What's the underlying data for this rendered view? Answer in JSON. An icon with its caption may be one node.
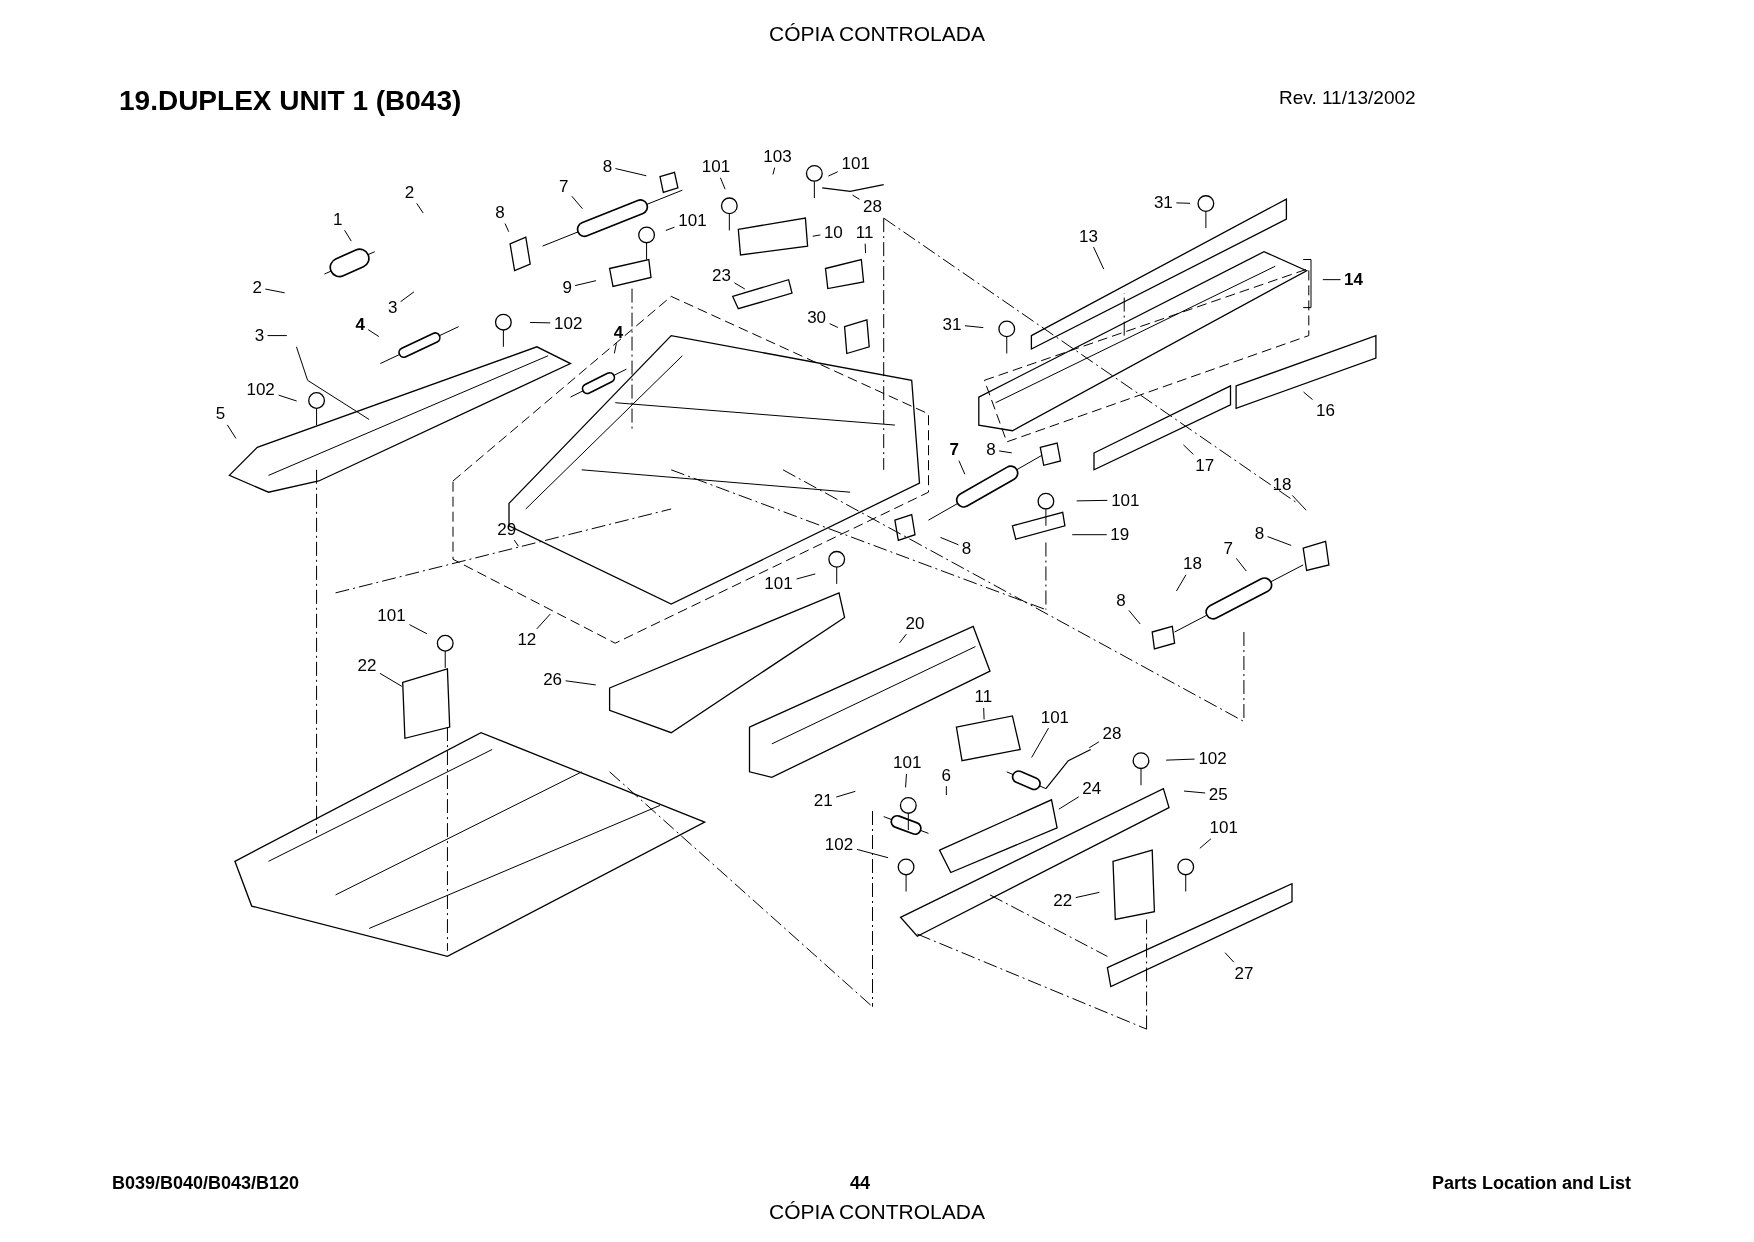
{
  "diagram": {
    "title": "19.DUPLEX UNIT 1 (B043)",
    "nodes": [
      {
        "text": [
          "1"
        ]
      },
      {
        "text": [
          "2"
        ]
      },
      {
        "text": [
          "2"
        ]
      },
      {
        "text": [
          "3"
        ]
      },
      {
        "text": [
          "3"
        ]
      },
      {
        "text": [
          "4"
        ]
      },
      {
        "text": [
          "102"
        ]
      },
      {
        "text": [
          "4"
        ]
      },
      {
        "text": [
          "8"
        ]
      },
      {
        "text": [
          "101"
        ]
      },
      {
        "text": [
          "103"
        ]
      },
      {
        "text": [
          "101"
        ]
      },
      {
        "text": [
          "7"
        ]
      },
      {
        "text": [
          "8"
        ]
      },
      {
        "text": [
          "101"
        ]
      },
      {
        "text": [
          "28"
        ]
      },
      {
        "text": [
          "10"
        ]
      },
      {
        "text": [
          "11"
        ]
      },
      {
        "text": [
          "9"
        ]
      },
      {
        "text": [
          "23"
        ]
      },
      {
        "text": [
          "30"
        ]
      },
      {
        "text": [
          "13"
        ]
      },
      {
        "text": [
          "31"
        ]
      },
      {
        "text": [
          "14"
        ]
      },
      {
        "text": [
          "31"
        ]
      },
      {
        "text": [
          "16"
        ]
      },
      {
        "text": [
          "17"
        ]
      },
      {
        "text": [
          "102"
        ]
      },
      {
        "text": [
          "5"
        ]
      },
      {
        "text": [
          "7"
        ]
      },
      {
        "text": [
          "8"
        ]
      },
      {
        "text": [
          "101"
        ]
      },
      {
        "text": [
          "19"
        ]
      },
      {
        "text": [
          "8"
        ]
      },
      {
        "text": [
          "18"
        ]
      },
      {
        "text": [
          "29"
        ]
      },
      {
        "text": [
          "101"
        ]
      },
      {
        "text": [
          "12"
        ]
      },
      {
        "text": [
          "7"
        ]
      },
      {
        "text": [
          "8"
        ]
      },
      {
        "text": [
          "18"
        ]
      },
      {
        "text": [
          "8"
        ]
      },
      {
        "text": [
          "101"
        ]
      },
      {
        "text": [
          "22"
        ]
      },
      {
        "text": [
          "26"
        ]
      },
      {
        "text": [
          "20"
        ]
      },
      {
        "text": [
          "11"
        ]
      },
      {
        "text": [
          "101"
        ]
      },
      {
        "text": [
          "28"
        ]
      },
      {
        "text": [
          "101"
        ]
      },
      {
        "text": [
          "21"
        ]
      },
      {
        "text": [
          "6"
        ]
      },
      {
        "text": [
          "24"
        ]
      },
      {
        "text": [
          "102"
        ]
      },
      {
        "text": [
          "25"
        ]
      },
      {
        "text": [
          "102"
        ]
      },
      {
        "text": [
          "101"
        ]
      },
      {
        "text": [
          "22"
        ]
      },
      {
        "text": [
          "27"
        ]
      }
    ],
    "edges": [
      {
        "from": 0,
        "to": null,
        "arrow": "none"
      },
      {
        "from": 1,
        "to": null,
        "arrow": "none"
      },
      {
        "from": 2,
        "to": null,
        "arrow": "none"
      },
      {
        "from": 3,
        "to": null,
        "arrow": "none"
      },
      {
        "from": 4,
        "to": null,
        "arrow": "none"
      },
      {
        "from": 5,
        "to": null,
        "arrow": "none"
      },
      {
        "from": 6,
        "to": null,
        "arrow": "none"
      },
      {
        "from": 7,
        "to": null,
        "arrow": "none"
      },
      {
        "from": 8,
        "to": null,
        "arrow": "none"
      },
      {
        "from": 9,
        "to": null,
        "arrow": "none"
      },
      {
        "from": 10,
        "to": null,
        "arrow": "none"
      },
      {
        "from": 11,
        "to": null,
        "arrow": "none"
      },
      {
        "from": 12,
        "to": null,
        "arrow": "none"
      },
      {
        "from": 13,
        "to": null,
        "arrow": "none"
      },
      {
        "from": 14,
        "to": null,
        "arrow": "none"
      },
      {
        "from": 15,
        "to": null,
        "arrow": "none"
      },
      {
        "from": 16,
        "to": null,
        "arrow": "none"
      },
      {
        "from": 17,
        "to": null,
        "arrow": "none"
      },
      {
        "from": 18,
        "to": null,
        "arrow": "none"
      },
      {
        "from": 19,
        "to": null,
        "arrow": "none"
      },
      {
        "from": 20,
        "to": null,
        "arrow": "none"
      },
      {
        "from": 21,
        "to": null,
        "arrow": "none"
      },
      {
        "from": 22,
        "to": null,
        "arrow": "none"
      },
      {
        "from": 23,
        "to": null,
        "arrow": "none"
      },
      {
        "from": 24,
        "to": null,
        "arrow": "none"
      },
      {
        "from": 25,
        "to": null,
        "arrow": "none"
      },
      {
        "from": 26,
        "to": null,
        "arrow": "none"
      },
      {
        "from": 27,
        "to": null,
        "arrow": "none"
      },
      {
        "from": 28,
        "to": null,
        "arrow": "none"
      },
      {
        "from": 29,
        "to": null,
        "arrow": "none"
      },
      {
        "from": 30,
        "to": null,
        "arrow": "none"
      },
      {
        "from": 31,
        "to": null,
        "arrow": "none"
      },
      {
        "from": 32,
        "to": null,
        "arrow": "none"
      },
      {
        "from": 33,
        "to": null,
        "arrow": "none"
      },
      {
        "from": 34,
        "to": null,
        "arrow": "none"
      },
      {
        "from": 35,
        "to": null,
        "arrow": "none"
      },
      {
        "from": 36,
        "to": null,
        "arrow": "none"
      },
      {
        "from": 37,
        "to": null,
        "arrow": "none"
      },
      {
        "from": 38,
        "to": null,
        "arrow": "none"
      },
      {
        "from": 39,
        "to": null,
        "arrow": "none"
      },
      {
        "from": 40,
        "to": null,
        "arrow": "none"
      },
      {
        "from": 41,
        "to": null,
        "arrow": "none"
      },
      {
        "from": 42,
        "to": null,
        "arrow": "none"
      },
      {
        "from": 43,
        "to": null,
        "arrow": "none"
      },
      {
        "from": 44,
        "to": null,
        "arrow": "none"
      },
      {
        "from": 45,
        "to": null,
        "arrow": "none"
      },
      {
        "from": 46,
        "to": null,
        "arrow": "none"
      },
      {
        "from": 47,
        "to": null,
        "arrow": "none"
      },
      {
        "from": 48,
        "to": null,
        "arrow": "none"
      },
      {
        "from": 49,
        "to": null,
        "arrow": "none"
      },
      {
        "from": 50,
        "to": null,
        "arrow": "none"
      },
      {
        "from": 51,
        "to": null,
        "arrow": "none"
      },
      {
        "from": 52,
        "to": null,
        "arrow": "none"
      },
      {
        "from": 53,
        "to": null,
        "arrow": "none"
      },
      {
        "from": 54,
        "to": null,
        "arrow": "none"
      },
      {
        "from": 55,
        "to": null,
        "arrow": "none"
      },
      {
        "from": 56,
        "to": null,
        "arrow": "none"
      },
      {
        "from": 57,
        "to": null,
        "arrow": "none"
      },
      {
        "from": 58,
        "to": null,
        "arrow": "none"
      }
    ],
    "labels": [
      "CÓPIA CONTROLADA",
      "Rev. 11/13/2002",
      "B039/B040/B043/B120",
      "44",
      "Parts Location and List",
      "CÓPIA CONTROLADA"
    ]
  }
}
